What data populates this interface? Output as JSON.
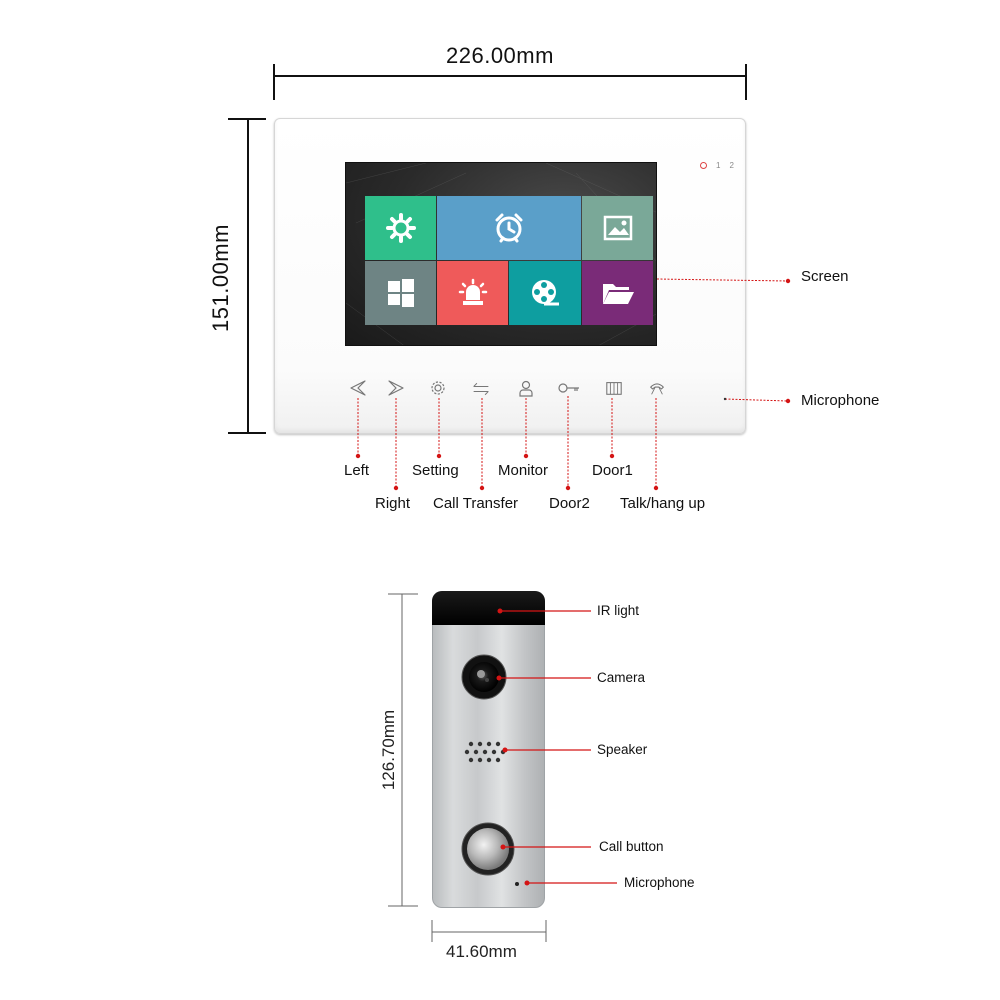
{
  "monitor": {
    "width_label": "226.00mm",
    "height_label": "151.00mm",
    "led_labels": [
      "1",
      "2"
    ],
    "screen_tiles": [
      {
        "icon": "gear-icon",
        "color": "#2fbf8b"
      },
      {
        "icon": "alarm-clock-icon",
        "color": "#5a9fc9"
      },
      {
        "icon": "picture-icon",
        "color": "#7aa898"
      },
      {
        "icon": "windows-icon",
        "color": "#6e8484"
      },
      {
        "icon": "siren-icon",
        "color": "#ef5a5a"
      },
      {
        "icon": "film-reel-icon",
        "color": "#0e9ea0"
      },
      {
        "icon": "folder-icon",
        "color": "#7a2b78"
      }
    ],
    "touch_buttons": [
      "left-arrow-icon",
      "right-arrow-icon",
      "gear-icon",
      "transfer-icon",
      "person-icon",
      "key-icon",
      "door-icon",
      "phone-icon"
    ],
    "callouts": {
      "screen": "Screen",
      "microphone": "Microphone"
    },
    "button_labels": {
      "left": "Left",
      "right": "Right",
      "setting": "Setting",
      "call_transfer": "Call Transfer",
      "monitor": "Monitor",
      "door2": "Door2",
      "door1": "Door1",
      "talk": "Talk/hang up"
    }
  },
  "station": {
    "height_label": "126.70mm",
    "width_label": "41.60mm",
    "callouts": {
      "ir_light": "IR light",
      "camera": "Camera",
      "speaker": "Speaker",
      "call_button": "Call button",
      "microphone": "Microphone"
    }
  },
  "colors": {
    "callout_line": "#d41414",
    "dimension_line": "#111111"
  }
}
